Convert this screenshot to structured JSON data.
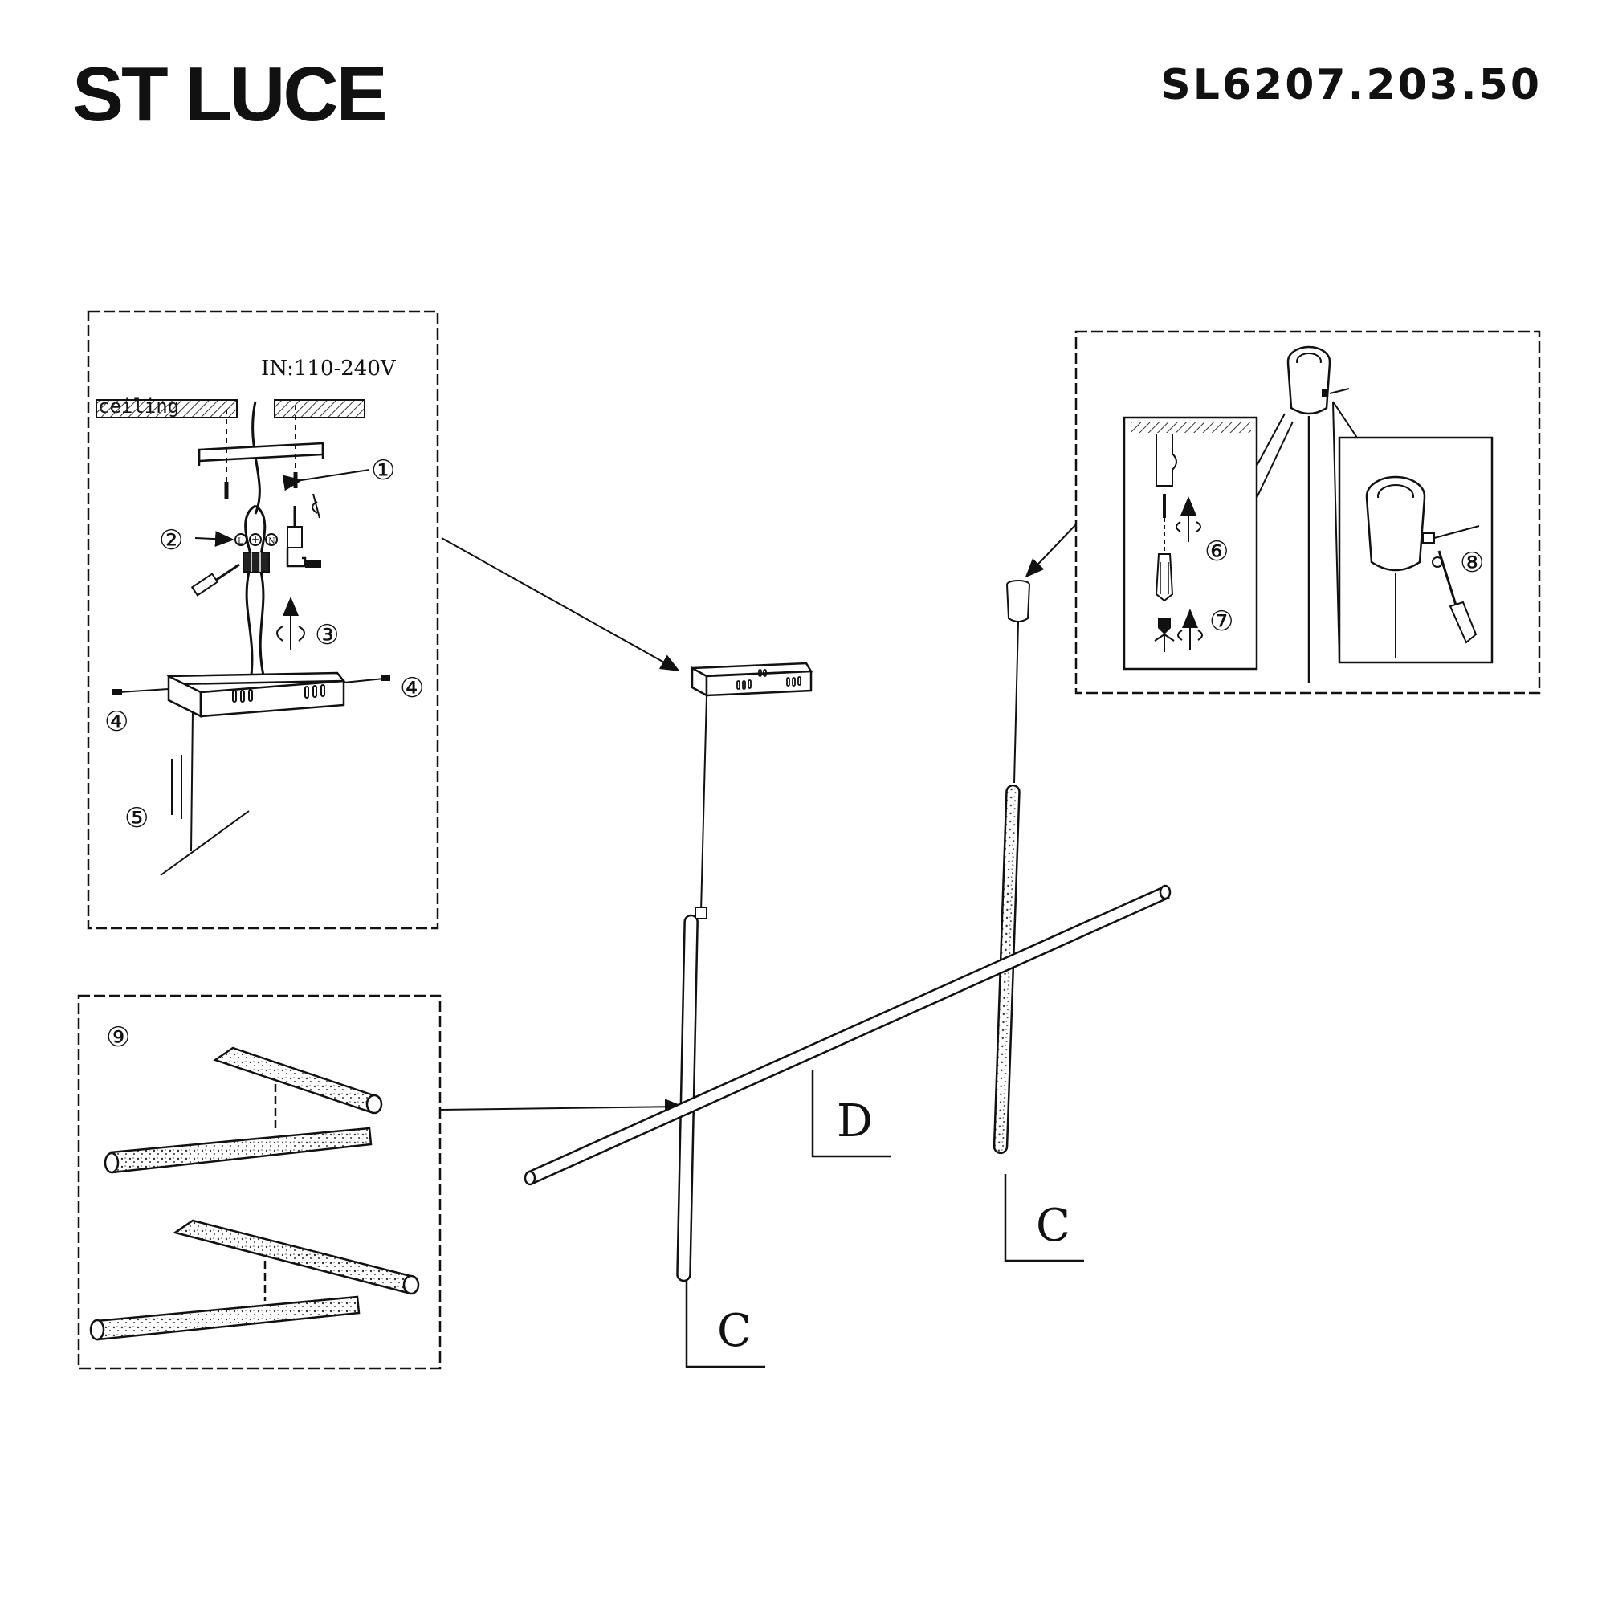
{
  "header": {
    "brand": "ST LUCE",
    "model": "SL6207.203.50"
  },
  "panel_wiring": {
    "voltage": "IN:110-240V",
    "ceiling": "ceiling",
    "terminal_l": "L",
    "terminal_n": "N"
  },
  "steps": {
    "s1": "①",
    "s2": "②",
    "s3": "③",
    "s4": "④",
    "s5": "⑤",
    "s6": "⑥",
    "s7": "⑦",
    "s8": "⑧",
    "s9": "⑨"
  },
  "dims": {
    "c": "C",
    "d": "D"
  },
  "colors": {
    "ink": "#111111",
    "hatch": "#333333",
    "bg": "#ffffff"
  }
}
